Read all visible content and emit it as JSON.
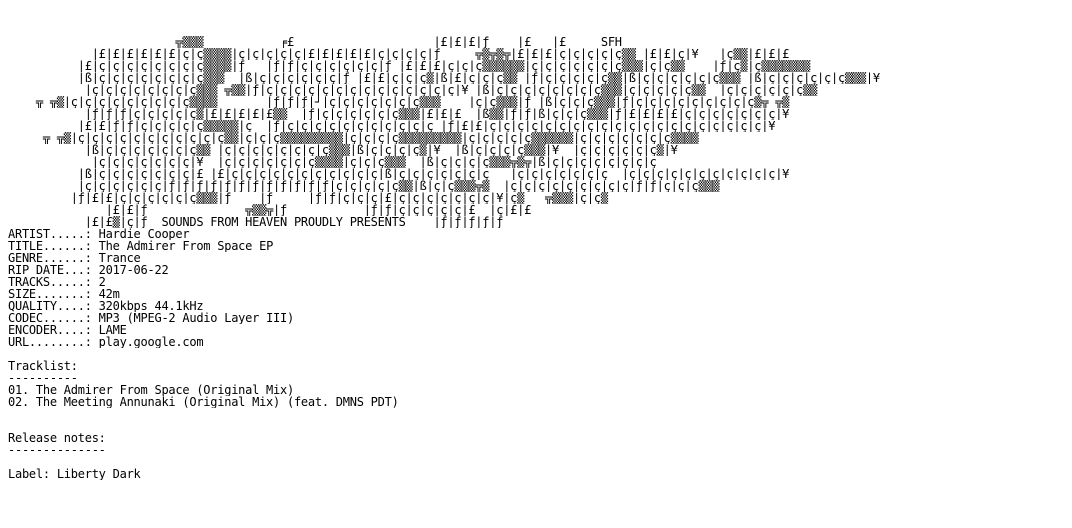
{
  "art": {
    "lines": [
      "",
      "",
      "",
      "                        ╦▒▒▒           ╒£                    |£|£|£|ƒ    |£   |£     SFH",
      "            |£|£|£|£|£|£|ç|ç▒▒▒▒|ç|ç|ç|ç|ç|£|£|£|£|£|ç|ç|ç|ç|ƒ     ╦▒╦▒╦|£|£|£|ç|ç|ç|ç|ç▒▒ |£|£|ç|¥   |ç▒▒|£|£|£",
      "          |£|ç|ç|ç|ç|ç|ç|ç|ç▒▒▒▒|ƒ   |ƒ|ƒ|ç|ç|ç|ç|ç|ç|ƒ |£|£|£|ç|ç|ç▒▒▒▒▒▒|ç|ç|ç|ç|ç|ç|ç▒▒▒|ç|ç▒▒    |ƒ|ç▒|ç▒▒▒▒▒▒▒",
      "          |ß|ç|ç|ç|ç|ç|ç|ç|ç▒▒▒  |ß|ç|ç|ç|ç|ç|ç|ƒ |£|£|ç|ç|ç▒|ß|£|ç|ç|ç▒▒ |ƒ|ç|ç|ç|ç|ç▒▒|ß|ç|ç|ç|ç|ç|ç▒▒▒ |ß|ç|ç|ç|ç|ç|ç▒▒▒|¥",
      "           |ç|ç|ç|ç|ç|ç|ç|ç▒▒▒ ╦▒▒|ƒ|ç|ç|ç|ç|ç|ç|ç|ç|ç|ç|ç|ç|ç|ç|¥ |ß|ç|ç|ç|ç|ç|ç|ç|ç▒▒▒|ç|ç|ç|ç|ç▒▒  |ç|ç|ç|ç|ç|ç▒▒",
      "    ╦ ╦▒|ç|ç|ç|ç|ç|ç|ç|ç|ç▒▒▒▒       |ƒ|ƒ|ƒ|┘|ç|ç|ç|ç|ç|ç|ç▒▒▒    |ç|ç▒▒▒|ƒ |ß|ç|ç|ç▒▒▒|ƒ|ç|ç|ç|ç|ç|ç|ç|ç|ç▒╦ ╦▒",
      "           |ƒ|ƒ|ƒ|ç|ç|ç|ç|ç▒|£|£|£|£|£▒▒  |ƒ|ç|ç|ç|ç|ç|ç▒▒▒|£|£|£  |ß▒▒|ƒ|ƒ|ß|ç|ç|ç▒▒▒|ƒ|£|£|£|£|ç|ç|ç|ç|ç|ç|ç|¥",
      "          |£|£|ƒ|ƒ|ç|ç|ç|ç|ç▒▒▒▒▒|ç  |ƒ|ç|ç|ç|ç|ç|ç|ç|ç|ç|ç|ç |ƒ|£|£|ç|ç|ç|ç|ç|ç|ç|ç|ç|ç|ç|ç|ç|ç|ç|ç|ç|ç|ç|ç|¥",
      "     ╦ ╦▒|ç|ç|ç|ç|ç|ç|ç|ç|ç|ç|ç▒▒|ç|ç|ç▒▒▒▒▒▒▒▒▒|ç|ç|ç|ç▒▒▒▒▒▒▒▒▒|ç|ç|ç|ç|ç▒▒▒▒▒▒|ç|ç|ç|ç|ç|ç|ç▒▒▒▒",
      "           |ß|ç|ç|ç|ç|ç|ç|ç▒▒ |ç|ç|ç|ç|ç|ç|ç|ç▒▒▒|ß|ç|ç|ç|ç▒|¥  |ß|ç|ç|ç|ç▒▒▒|¥  |ç|ç|ç|ç|ç|ç▒|¥",
      "            |ç|ç|ç|ç|ç|ç|ç|¥  |ç|ç|ç|ç|ç|ç|ç▒▒▒▒|ç|ç|ç▒▒▒  |ß|ç|ç|ç|ç▒▒▒╦▒╦|ß|ç|ç|ç|ç|ç|ç|ç|ç",
      "          |ß|ç|ç|ç|ç|ç|ç|ç|£ |£|ç|ç|ç|ç|ç|ç|ç|ç|ç|ç|ç|ß|ç|ç|ç|ç|ç|ç|ç   |ç|ç|ç|ç|ç|ç|ç  |ç|ç|ç|ç|ç|ç|ç|ç|ç|ç|ç|¥",
      "          |ç|ç|ç|ç|ç|ç|ƒ|ƒ|ƒ|ƒ|ƒ|ƒ|ƒ|ƒ|ƒ|ƒ|ƒ|ƒ|ç|ç|ç|ç|ç▒▒|ß|ç|ç▒▒▒╦▒  |ç|ç|ç|ç|ç|ç|ç|ç|ç|ƒ|ƒ|ç|ç|ç▒▒▒",
      "         |ƒ|£|£|ç|ç|ç|ç|ç|ç▒▒▒|ƒ    |ƒ     |ƒ|ƒ|ç|ç|ç|£|ç|ç|ç|ç|ç|ç|ç|¥|ç▒   ╦▒▒▒|ç|ç▒",
      "              |£|£|ƒ              ╦▒▒╦|ƒ           |ƒ|ƒ|ç|ç|ç|ç|ç|£  |ç|£|£",
      "           |£|£▒|ç|ƒ  SOUNDS FROM HEAVEN PROUDLY PRESENTS    |ƒ|ƒ|ƒ|ƒ|ƒ"
    ]
  },
  "info": {
    "artist_label": "ARTIST.....: ",
    "artist": "Hardie Cooper",
    "title_label": "TITLE......: ",
    "title": "The Admirer From Space EP",
    "genre_label": "GENRE......: ",
    "genre": "Trance",
    "rip_date_label": "RIP DATE...: ",
    "rip_date": "2017-06-22",
    "tracks_label": "TRACKS.....: ",
    "tracks": "2",
    "size_label": "SIZE.......: ",
    "size": "42m",
    "quality_label": "QUALITY....: ",
    "quality": "320kbps 44.1kHz",
    "codec_label": "CODEC......: ",
    "codec": "MP3 (MPEG-2 Audio Layer III)",
    "encoder_label": "ENCODER....: ",
    "encoder": "LAME",
    "url_label": "URL........: ",
    "url": "play.google.com"
  },
  "tracklist": {
    "heading": "Tracklist:",
    "underline": "----------",
    "tracks": [
      "01. The Admirer From Space (Original Mix)",
      "02. The Meeting Annunaki (Original Mix) (feat. DMNS PDT)"
    ]
  },
  "release_notes": {
    "heading": "Release notes:",
    "underline": "--------------",
    "label_line": "Label: Liberty Dark"
  }
}
